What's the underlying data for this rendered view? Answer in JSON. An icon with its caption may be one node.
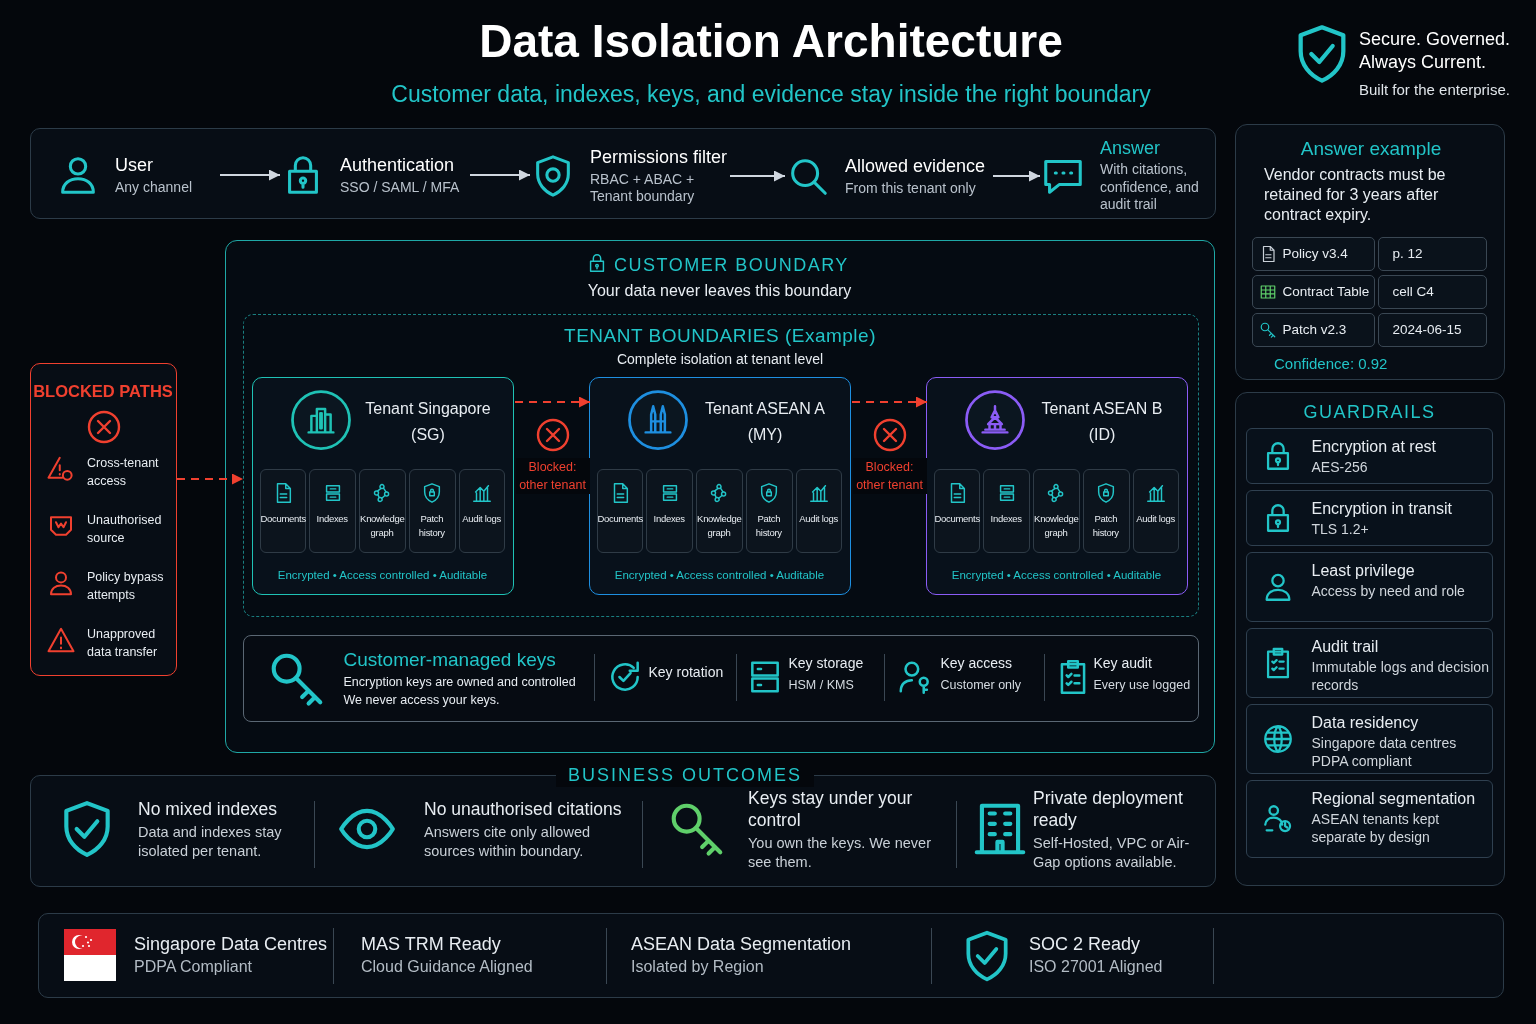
{
  "diagram": {
    "title": "Data Isolation Architecture",
    "nodes": [
      {
        "text": [
          "User",
          "Any channel"
        ]
      },
      {
        "text": [
          "Authentication",
          "SSO / SAML / MFA"
        ]
      },
      {
        "text": [
          "Permissions filter",
          "RBAC + ABAC + Tenant boundary"
        ]
      },
      {
        "text": [
          "Allowed evidence",
          "From this tenant only"
        ]
      },
      {
        "text": [
          "Answer",
          "With citations, confidence, and audit trail"
        ]
      },
      {
        "text": [
          "Answer example",
          "Vendor contracts must be retained for 3 years after contract expiry.",
          "Confidence: 0.92"
        ]
      },
      {
        "text": [
          "Policy v3.4"
        ],
        "in": 5
      },
      {
        "text": [
          "p. 12"
        ],
        "in": 5
      },
      {
        "text": [
          "Contract Table"
        ],
        "in": 5
      },
      {
        "text": [
          "cell C4"
        ],
        "in": 5
      },
      {
        "text": [
          "Patch v2.3"
        ],
        "in": 5
      },
      {
        "text": [
          "2024-06-15"
        ],
        "in": 5
      },
      {
        "text": [
          "BLOCKED PATHS",
          "Cross-tenant access",
          "Unauthorised source",
          "Policy bypass attempts",
          "Unapproved data transfer"
        ]
      },
      {
        "text": [
          "CUSTOMER BOUNDARY",
          "Your data never leaves this boundary"
        ]
      },
      {
        "text": [
          "TENANT BOUNDARIES (Example)",
          "Complete isolation at tenant level"
        ],
        "in": 13
      },
      {
        "text": [
          "Tenant Singapore (SG)",
          "Encrypted • Access controlled • Auditable"
        ],
        "in": 14
      },
      {
        "text": [
          "Documents"
        ],
        "in": 15
      },
      {
        "text": [
          "Indexes"
        ],
        "in": 15
      },
      {
        "text": [
          "Knowledge graph"
        ],
        "in": 15
      },
      {
        "text": [
          "Patch history"
        ],
        "in": 15
      },
      {
        "text": [
          "Audit logs"
        ],
        "in": 15
      },
      {
        "text": [
          "Tenant ASEAN A (MY)",
          "Encrypted • Access controlled • Auditable"
        ],
        "in": 14
      },
      {
        "text": [
          "Documents"
        ],
        "in": 21
      },
      {
        "text": [
          "Indexes"
        ],
        "in": 21
      },
      {
        "text": [
          "Knowledge graph"
        ],
        "in": 21
      },
      {
        "text": [
          "Patch history"
        ],
        "in": 21
      },
      {
        "text": [
          "Audit logs"
        ],
        "in": 21
      },
      {
        "text": [
          "Tenant ASEAN B (ID)",
          "Encrypted • Access controlled • Auditable"
        ],
        "in": 14
      },
      {
        "text": [
          "Documents"
        ],
        "in": 27
      },
      {
        "text": [
          "Indexes"
        ],
        "in": 27
      },
      {
        "text": [
          "Knowledge graph"
        ],
        "in": 27
      },
      {
        "text": [
          "Patch history"
        ],
        "in": 27
      },
      {
        "text": [
          "Audit logs"
        ],
        "in": 27
      },
      {
        "text": [
          "Customer-managed keys",
          "Encryption keys are owned and controlled",
          "We never access your keys.",
          "Key rotation",
          "Key storage",
          "HSM / KMS",
          "Key access",
          "Customer only",
          "Key audit",
          "Every use logged"
        ],
        "in": 13
      },
      {
        "text": [
          "GUARDRAILS"
        ]
      },
      {
        "text": [
          "Encryption at rest",
          "AES-256"
        ],
        "in": 34
      },
      {
        "text": [
          "Encryption in transit",
          "TLS 1.2+"
        ],
        "in": 34
      },
      {
        "text": [
          "Least privilege",
          "Access by need and role"
        ],
        "in": 34
      },
      {
        "text": [
          "Audit trail",
          "Immutable logs and decision records"
        ],
        "in": 34
      },
      {
        "text": [
          "Data residency",
          "Singapore data centres PDPA compliant"
        ],
        "in": 34
      },
      {
        "text": [
          "Regional segmentation",
          "ASEAN tenants kept separate by design"
        ],
        "in": 34
      },
      {
        "text": [
          "BUSINESS OUTCOMES",
          "No mixed indexes",
          "Data and indexes stay isolated per tenant.",
          "No unauthorised citations",
          "Answers cite only allowed sources within boundary.",
          "Keys stay under your control",
          "You own the keys. We never see them.",
          "Private deployment ready",
          "Self-Hosted, VPC or Air-Gap options available."
        ]
      },
      {
        "text": [
          "Singapore Data Centres",
          "PDPA Compliant",
          "MAS TRM Ready",
          "Cloud Guidance Aligned",
          "ASEAN Data Segmentation",
          "Isolated by Region",
          "SOC 2 Ready",
          "ISO 27001 Aligned"
        ]
      }
    ],
    "edges": [
      {
        "from": 0,
        "to": 1,
        "arrow": "to"
      },
      {
        "from": 1,
        "to": 2,
        "arrow": "to"
      },
      {
        "from": 2,
        "to": 3,
        "arrow": "to"
      },
      {
        "from": 3,
        "to": 4,
        "arrow": "to"
      },
      {
        "from": 12,
        "to": 14,
        "arrow": "to",
        "style": "dashed",
        "color": "#f0402f"
      },
      {
        "from": 15,
        "to": 21,
        "arrow": "to",
        "label": "Blocked: other tenant",
        "style": "dashed",
        "color": "#f0402f"
      },
      {
        "from": 21,
        "to": 27,
        "arrow": "to",
        "label": "Blocked: other tenant",
        "style": "dashed",
        "color": "#f0402f"
      }
    ],
    "labels": [
      "Customer data, indexes, keys, and evidence stay inside the right boundary",
      "Secure. Governed. Always Current.",
      "Built for the enterprise."
    ]
  }
}
